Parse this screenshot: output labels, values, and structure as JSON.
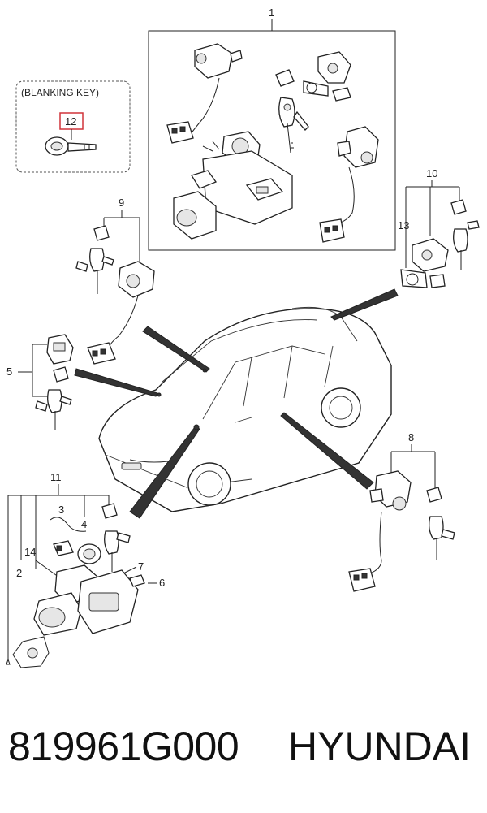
{
  "blanking_key_label": "(BLANKING KEY)",
  "highlight_color": "#d0343a",
  "callouts": {
    "c1": "1",
    "c2": "2",
    "c3": "3",
    "c4": "4",
    "c5": "5",
    "c6": "6",
    "c7": "7",
    "c8": "8",
    "c9": "9",
    "c10": "10",
    "c11": "11",
    "c12": "12",
    "c13": "13",
    "c14": "14"
  },
  "footer": {
    "part_number": "819961G000",
    "brand": "HYUNDAI"
  }
}
